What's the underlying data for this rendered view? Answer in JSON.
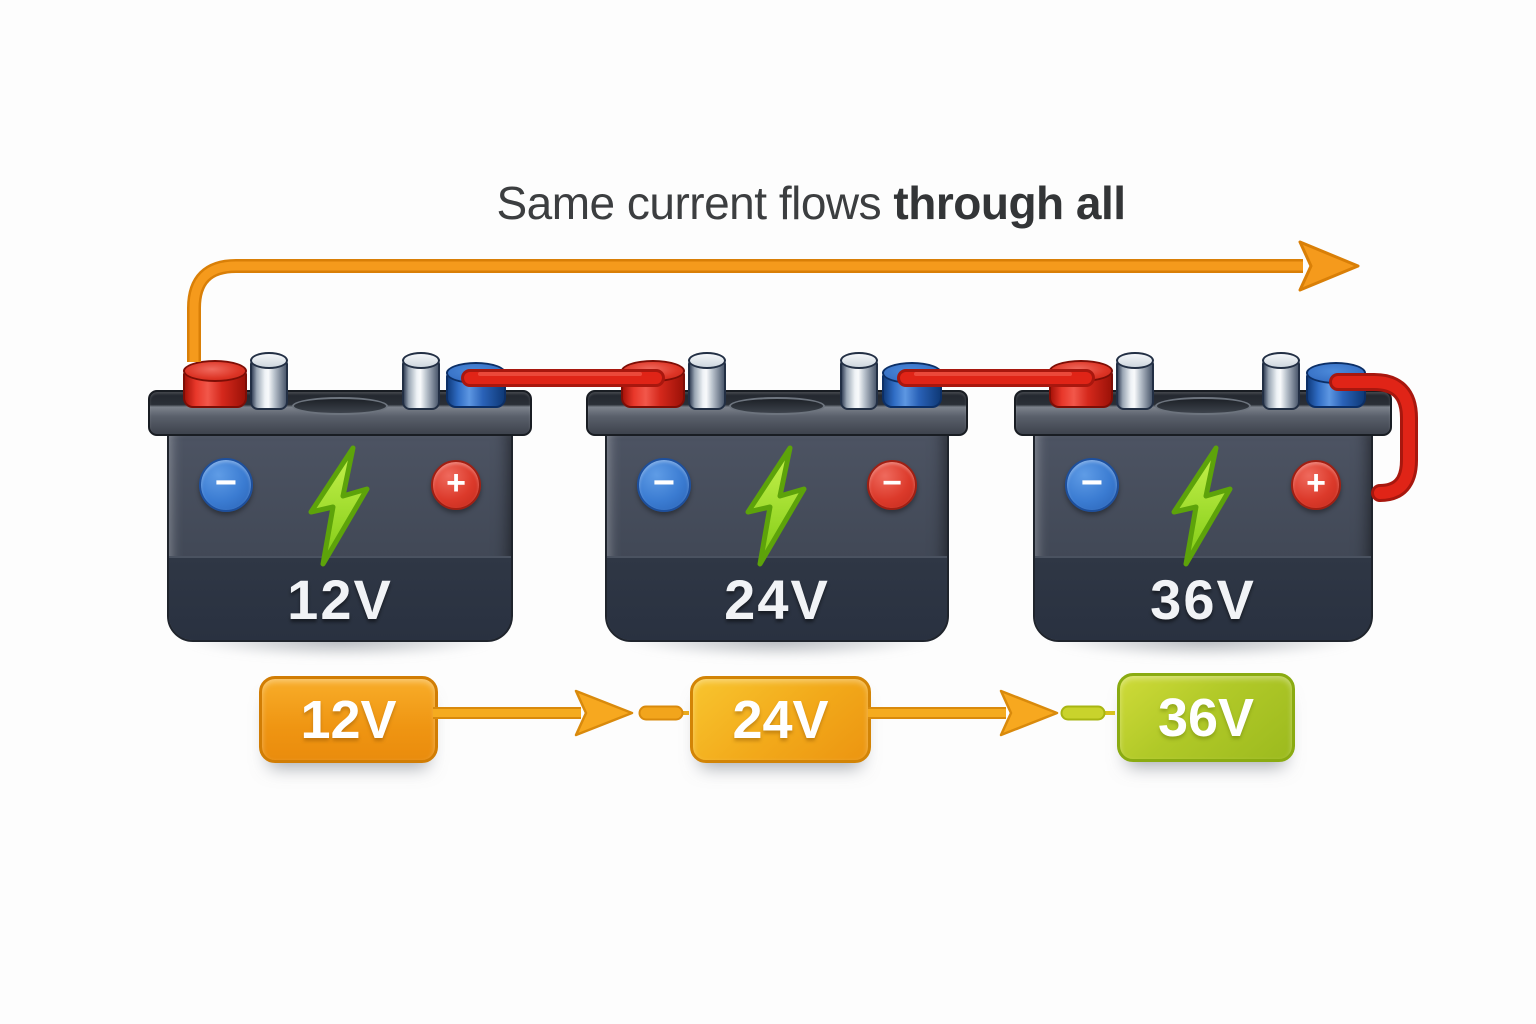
{
  "title": {
    "text_regular": "Same current flows ",
    "text_bold": "through all"
  },
  "batteries": [
    {
      "voltage_label": "12V",
      "left_sign": "−",
      "right_sign": "+"
    },
    {
      "voltage_label": "24V",
      "left_sign": "−",
      "right_sign": "−"
    },
    {
      "voltage_label": "36V",
      "left_sign": "−",
      "right_sign": "+"
    }
  ],
  "voltage_badges": [
    {
      "label": "12V",
      "fill_top": "#f8ad29",
      "fill_bottom": "#ea8c0d",
      "border": "#d17d04"
    },
    {
      "label": "24V",
      "fill_top": "#f8c52f",
      "fill_bottom": "#ec9511",
      "border": "#d28406"
    },
    {
      "label": "36V",
      "fill_top": "#cfdb39",
      "fill_bottom": "#9cba1e",
      "border": "#8aab11"
    }
  ],
  "colors": {
    "flow_arrow_orange": "#f59a1c",
    "jumper_wire_red": "#e02417",
    "bolt_green": "#7fcb14",
    "battery_body": "#424957",
    "battery_band": "#2b3340",
    "title_text": "#3c3e40",
    "negative_circle_blue": "#3b7cd2",
    "positive_circle_red": "#dc3a2b"
  }
}
